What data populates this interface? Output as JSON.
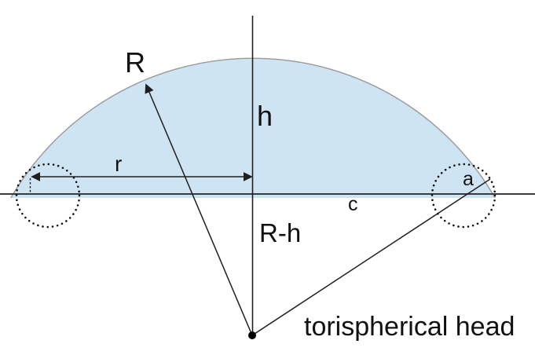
{
  "diagram": {
    "type": "geometry-figure",
    "caption": "torispherical head",
    "labels": {
      "sphere_radius": "R",
      "dome_height": "h",
      "dish_radius": "r",
      "center_to_chord": "R-h",
      "chord": "c",
      "knuckle_tangent_point": "a"
    },
    "colors": {
      "dome_fill": "#cfe4f2",
      "dome_outline": "#999999",
      "line_color": "#1f1f1f",
      "axis_color": "#3c3c3c",
      "background": "#ffffff"
    }
  }
}
